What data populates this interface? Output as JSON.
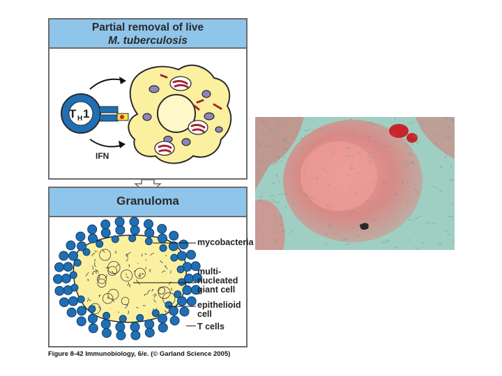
{
  "top_panel": {
    "title_line1": "Partial removal of live",
    "title_line2": "M. tuberculosis",
    "cell_label": "T",
    "cell_label_sub": "H",
    "cell_label_num": "1",
    "ifn_label": "IFN"
  },
  "bottom_panel": {
    "title": "Granuloma",
    "labels": {
      "mycobacteria": "mycobacteria",
      "giant_cell_1": "multi-",
      "giant_cell_2": "nucleated",
      "giant_cell_3": "giant cell",
      "epithelioid_1": "epithelioid",
      "epithelioid_2": "cell",
      "t_cells": "T cells"
    }
  },
  "caption": "Figure 8-42  Immunobiology, 6/e. (© Garland Science 2005)",
  "colors": {
    "header_blue": "#8fc5ea",
    "t_cell_blue": "#1f6fb5",
    "macrophage_yellow": "#fbf0a0",
    "nucleus_purple": "#8c86bd",
    "bacteria_red": "#a4232f",
    "tissue_pink": "#e07a78",
    "tissue_teal": "#9fcfc2"
  }
}
